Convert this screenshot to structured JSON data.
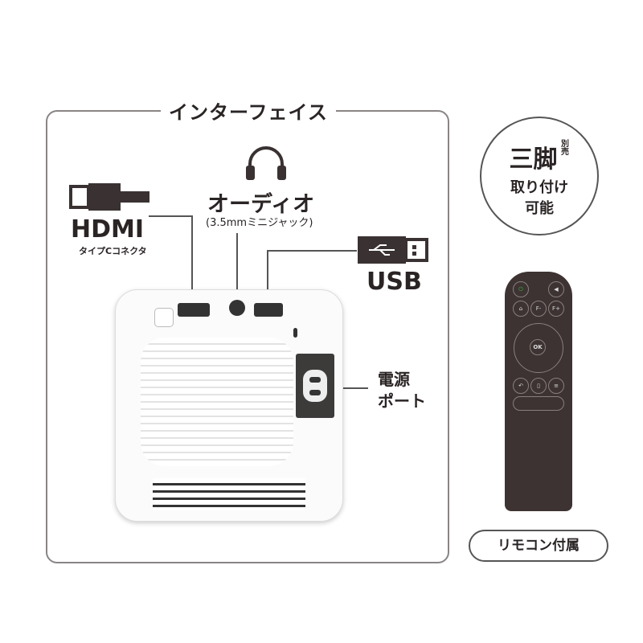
{
  "interface_title": "インターフェイス",
  "hdmi": {
    "label": "HDMI",
    "sub": "タイプCコネクタ"
  },
  "audio": {
    "label": "オーディオ",
    "sub": "(3.5mmミニジャック)"
  },
  "usb": {
    "label": "USB"
  },
  "power": {
    "line1": "電源",
    "line2": "ポート"
  },
  "tripod": {
    "title": "三脚",
    "note": "別売",
    "line1": "取り付け",
    "line2": "可能"
  },
  "remote": {
    "ok": "OK",
    "f_minus": "F-",
    "f_plus": "F+",
    "label": "リモコン付属"
  },
  "colors": {
    "remote": "#3c3332",
    "power_button": "#3a8a3a"
  }
}
